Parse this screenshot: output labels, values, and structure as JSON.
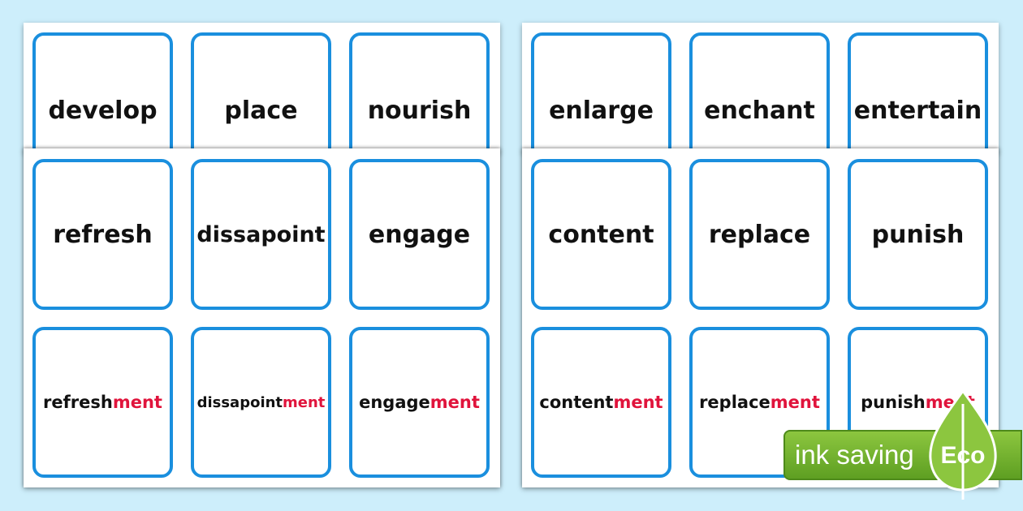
{
  "left_sheet": {
    "back_row": [
      "develop",
      "place",
      "nourish"
    ],
    "front_row1": [
      "refresh",
      "dissapoint",
      "engage"
    ],
    "front_row2": [
      {
        "base": "refresh",
        "suffix": "ment"
      },
      {
        "base": "dissapoint",
        "suffix": "ment"
      },
      {
        "base": "engage",
        "suffix": "ment"
      }
    ]
  },
  "right_sheet": {
    "back_row": [
      "enlarge",
      "enchant",
      "entertain"
    ],
    "front_row1": [
      "content",
      "replace",
      "punish"
    ],
    "front_row2": [
      {
        "base": "content",
        "suffix": "ment"
      },
      {
        "base": "replace",
        "suffix": "ment"
      },
      {
        "base": "punish",
        "suffix": "ment"
      }
    ]
  },
  "eco_badge": {
    "label": "ink saving",
    "word": "Eco"
  },
  "colors": {
    "background": "#cdeefb",
    "card_border": "#1a8fde",
    "suffix": "#e0143c",
    "eco_green": "#8cc63f"
  }
}
